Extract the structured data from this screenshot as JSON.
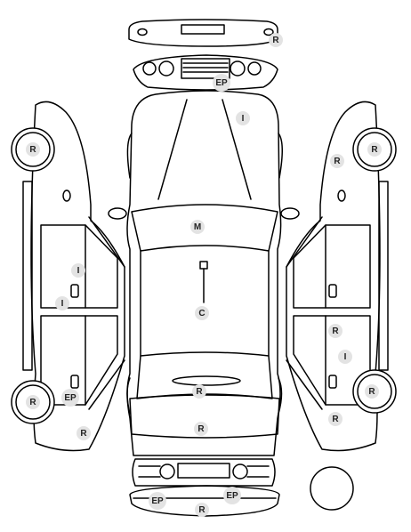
{
  "markers": [
    {
      "id": "front-bumper-r",
      "code": "R"
    },
    {
      "id": "front-panel-ep",
      "code": "EP"
    },
    {
      "id": "hood-i",
      "code": "I"
    },
    {
      "id": "left-front-wheel-r",
      "code": "R"
    },
    {
      "id": "right-front-wheel-r",
      "code": "R"
    },
    {
      "id": "right-front-fender-r",
      "code": "R"
    },
    {
      "id": "windshield-m",
      "code": "M"
    },
    {
      "id": "left-front-door-i-upper",
      "code": "I"
    },
    {
      "id": "left-front-door-i-lower",
      "code": "I"
    },
    {
      "id": "roof-c",
      "code": "C"
    },
    {
      "id": "right-rear-door-r",
      "code": "R"
    },
    {
      "id": "right-rear-door-i",
      "code": "I"
    },
    {
      "id": "trunk-r",
      "code": "R"
    },
    {
      "id": "left-rear-wheel-r",
      "code": "R"
    },
    {
      "id": "left-rear-ep",
      "code": "EP"
    },
    {
      "id": "right-rear-wheel-r",
      "code": "R"
    },
    {
      "id": "right-rear-quarter-r",
      "code": "R"
    },
    {
      "id": "rear-panel-r",
      "code": "R"
    },
    {
      "id": "left-rear-quarter-r",
      "code": "R"
    },
    {
      "id": "rear-bumper-ep-left",
      "code": "EP"
    },
    {
      "id": "rear-bumper-ep-right",
      "code": "EP"
    },
    {
      "id": "rear-bumper-r",
      "code": "R"
    }
  ]
}
